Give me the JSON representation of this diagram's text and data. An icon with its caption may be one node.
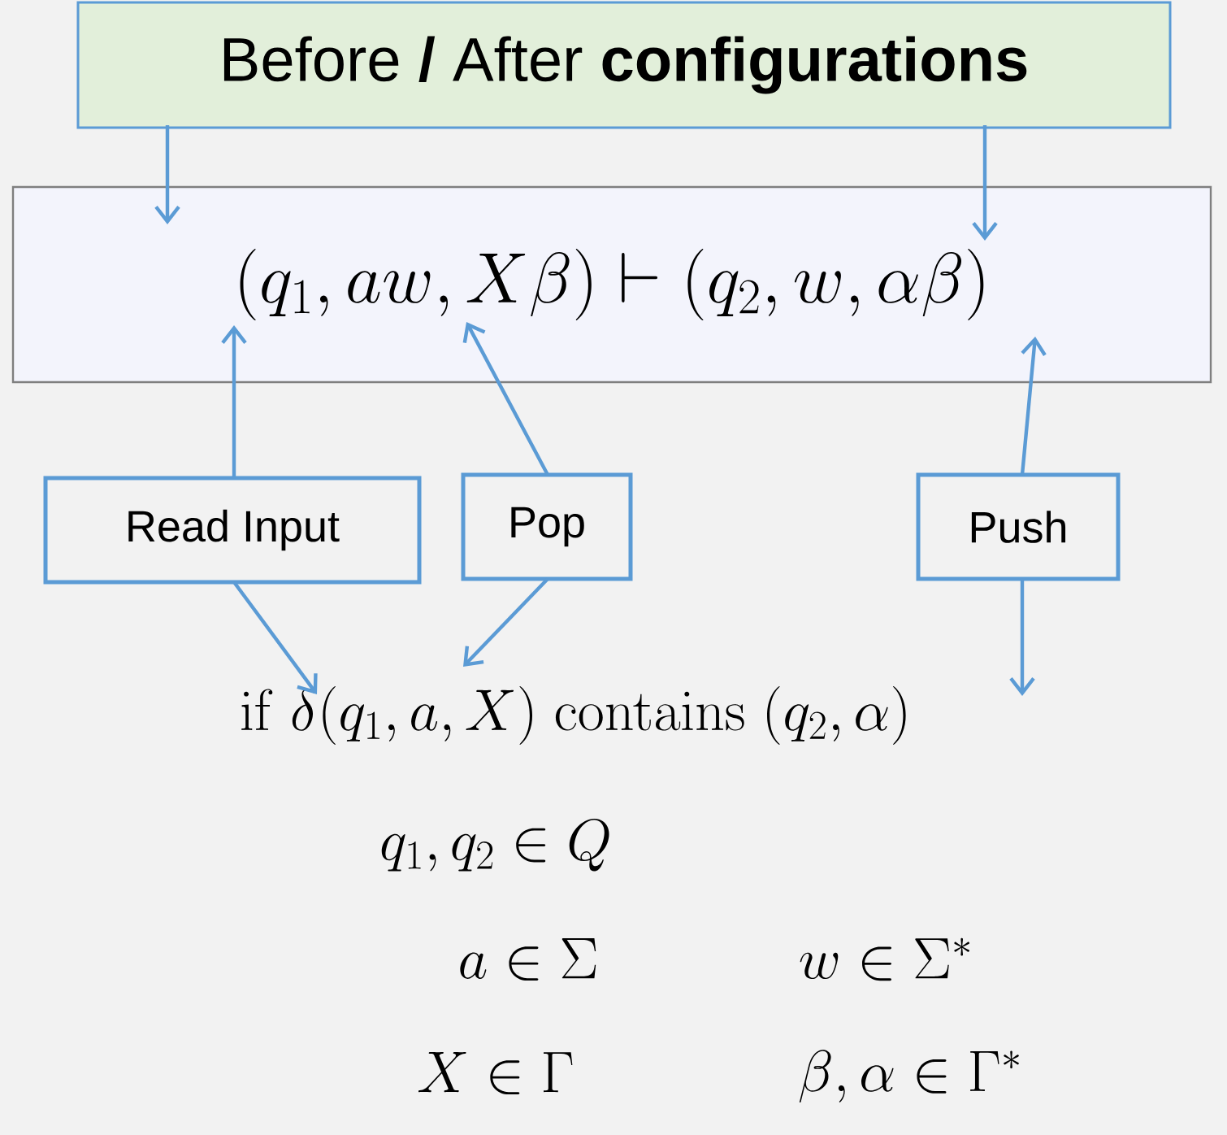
{
  "diagram": {
    "nodes": [
      {
        "text": [
          "Before **/** After **configurations**"
        ]
      },
      {
        "text": [
          "(q_1, aw, X\\beta) \\vdash (q_2, w, \\alpha\\beta)"
        ]
      },
      {
        "text": [
          "Read Input"
        ]
      },
      {
        "text": [
          "Pop"
        ]
      },
      {
        "text": [
          "Push"
        ]
      },
      {
        "text": [
          "\\mathrm{if}\\ \\delta(q_1, a, X)\\ \\mathrm{contains}\\ (q_2, \\alpha)"
        ]
      }
    ],
    "edges": [
      {
        "from": 0,
        "to": 1,
        "arrow": "to"
      },
      {
        "from": 0,
        "to": 1,
        "arrow": "to"
      },
      {
        "from": 2,
        "to": 1,
        "arrow": "to"
      },
      {
        "from": 3,
        "to": 1,
        "arrow": "to"
      },
      {
        "from": 4,
        "to": 1,
        "arrow": "to"
      },
      {
        "from": 2,
        "to": 5,
        "arrow": "to"
      },
      {
        "from": 3,
        "to": 5,
        "arrow": "to"
      },
      {
        "from": 4,
        "to": 5,
        "arrow": "to"
      }
    ],
    "labels": [
      "q_1, q_2 \\in Q",
      "a \\in \\Sigma",
      "w \\in \\Sigma^*",
      "X \\in \\Gamma",
      "\\beta, \\alpha \\in \\Gamma^*"
    ]
  }
}
